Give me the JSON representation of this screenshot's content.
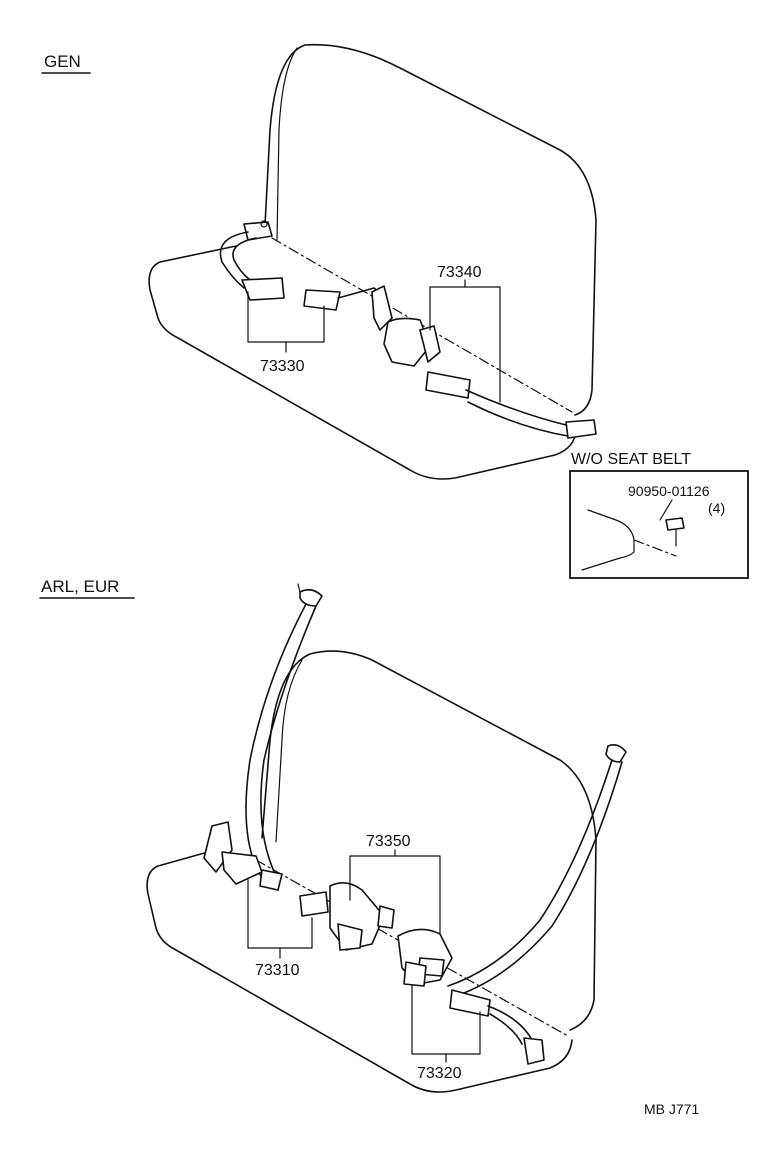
{
  "sections": {
    "gen": "GEN",
    "arl_eur": "ARL, EUR"
  },
  "callouts": {
    "p73330": "73330",
    "p73340": "73340",
    "p73310": "73310",
    "p73350": "73350",
    "p73320": "73320"
  },
  "inset": {
    "title": "W/O SEAT BELT",
    "part_number": "90950-01126",
    "quantity": "(4)"
  },
  "footer": {
    "code": "MB  J771"
  }
}
